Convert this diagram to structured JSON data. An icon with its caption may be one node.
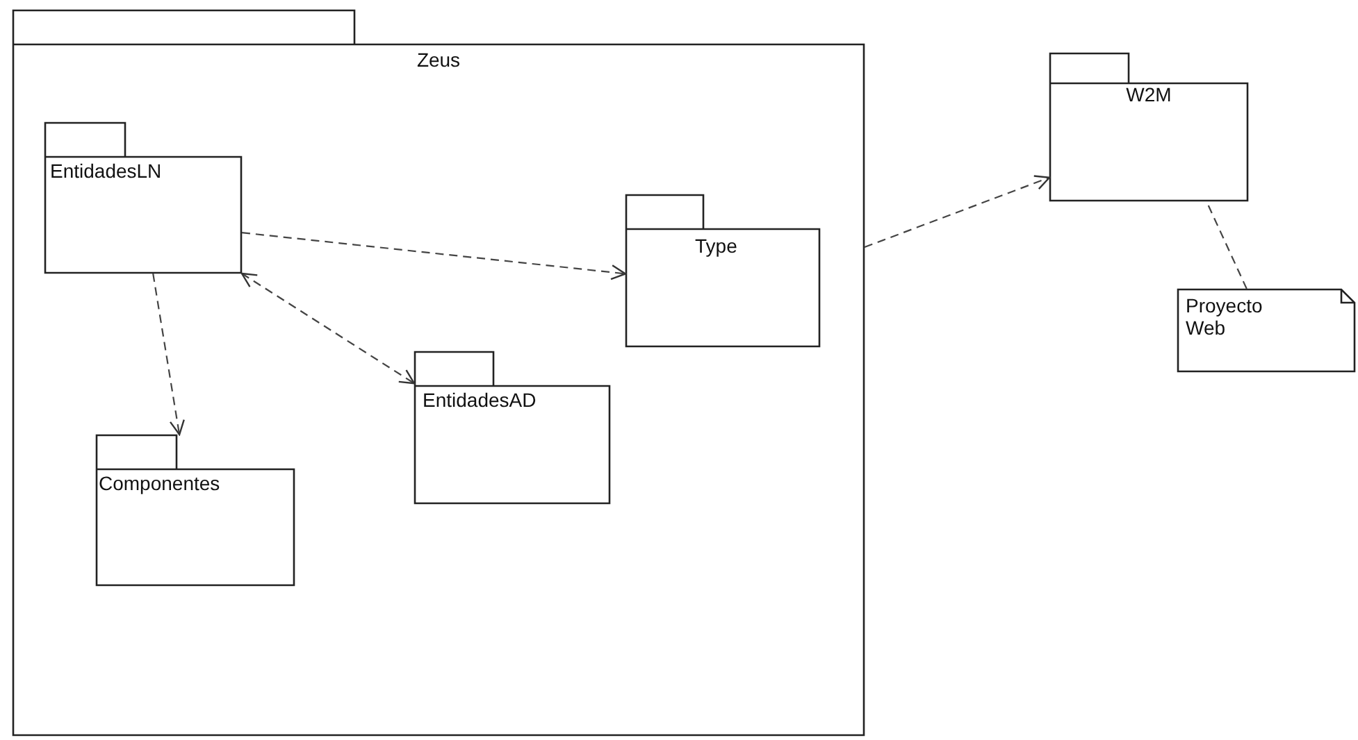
{
  "diagram": {
    "nodes": [
      {
        "text": [
          "Zeus"
        ]
      },
      {
        "text": [
          "EntidadesLN"
        ],
        "in": 0
      },
      {
        "text": [
          "Type"
        ],
        "in": 0
      },
      {
        "text": [
          "EntidadesAD"
        ],
        "in": 0
      },
      {
        "text": [
          "Componentes"
        ],
        "in": 0
      },
      {
        "text": [
          "W2M"
        ]
      },
      {
        "text": [
          "Proyecto Web"
        ]
      }
    ],
    "edges": [
      {
        "from": 1,
        "to": 2,
        "arrow": "to",
        "style": "dashed"
      },
      {
        "from": 1,
        "to": 3,
        "arrow": "both",
        "style": "dashed"
      },
      {
        "from": 1,
        "to": 4,
        "arrow": "to",
        "style": "dashed"
      },
      {
        "from": 0,
        "to": 5,
        "arrow": "to",
        "style": "dashed"
      },
      {
        "from": 6,
        "to": 5,
        "arrow": "none",
        "style": "dashed"
      }
    ]
  }
}
